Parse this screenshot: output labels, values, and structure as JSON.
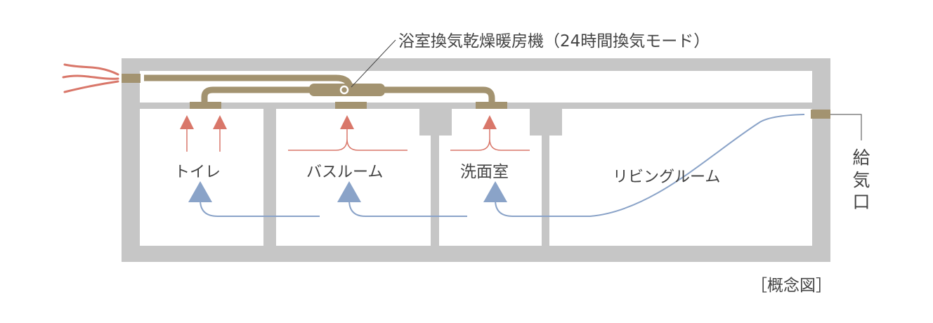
{
  "title": "浴室換気乾燥暖房機（24時間換気モード）",
  "rooms": {
    "toilet": "トイレ",
    "bathroom": "バスルーム",
    "washroom": "洗面室",
    "living": "リビングルーム"
  },
  "supply_label": [
    "給",
    "気",
    "口"
  ],
  "caption": "［概念図］",
  "colors": {
    "wall": "#c6c6c6",
    "duct": "#a39370",
    "exhaust_arrow": "#d9776a",
    "supply_arrow": "#8aa3c8",
    "text": "#444444"
  }
}
